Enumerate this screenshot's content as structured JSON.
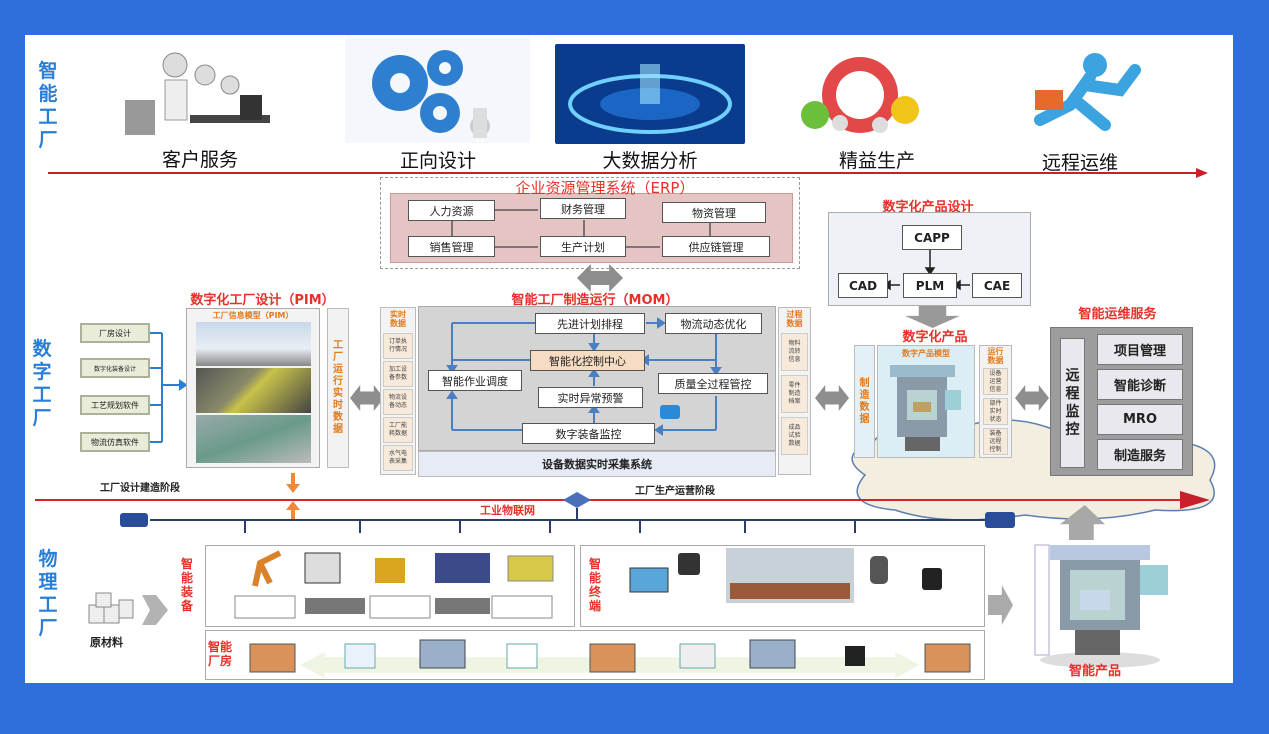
{
  "layers": {
    "smart": "智能工厂",
    "digital": "数字工厂",
    "physical": "物理工厂"
  },
  "top_items": [
    "客户服务",
    "正向设计",
    "大数据分析",
    "精益生产",
    "远程运维"
  ],
  "erp": {
    "title": "企业资源管理系统（ERP）",
    "items": [
      "人力资源",
      "财务管理",
      "物资管理",
      "销售管理",
      "生产计划",
      "供应链管理"
    ]
  },
  "pdd": {
    "title": "数字化产品设计",
    "items": [
      "CAPP",
      "CAD",
      "PLM",
      "CAE"
    ]
  },
  "pim": {
    "title": "数字化工厂设计（PIM）",
    "model_title": "工厂信息模型（PIM）",
    "inputs": [
      "厂房设计",
      "数字化装备设计",
      "工艺规划软件",
      "物流仿真软件"
    ],
    "strip": "工厂运行实时数据"
  },
  "mom": {
    "title": "智能工厂制造运行（MOM）",
    "items": [
      "先进计划排程",
      "物流动态优化",
      "智能化控制中心",
      "智能作业调度",
      "质量全过程管控",
      "实时异常预警",
      "数字装备监控"
    ],
    "collector": "设备数据实时采集系统",
    "left_title": "实时数据",
    "left_items": [
      "订单执行情况",
      "加工设备参数",
      "物流设备动态",
      "工厂能耗数据",
      "水气电表采集"
    ],
    "right_title": "过程数据",
    "right_items": [
      "物料流转信息",
      "零件制造档案",
      "成品试验数据"
    ]
  },
  "dprod": {
    "title": "数字化产品",
    "model_title": "数字产品模型",
    "left_strip": "制造数据",
    "right_title": "运行数据",
    "right_items": [
      "设备运营信息",
      "部件实时状态",
      "装备远程控制"
    ]
  },
  "ops": {
    "title": "智能运维服务",
    "strip": "远程监控",
    "items": [
      "项目管理",
      "智能诊断",
      "MRO",
      "制造服务"
    ]
  },
  "stages": {
    "design": "工厂设计建造阶段",
    "operation": "工厂生产运营阶段",
    "iot": "工业物联网"
  },
  "physical": {
    "raw": "原材料",
    "equipment": "智能装备",
    "terminal": "智能终端",
    "plant": "智能厂房",
    "product": "智能产品"
  }
}
